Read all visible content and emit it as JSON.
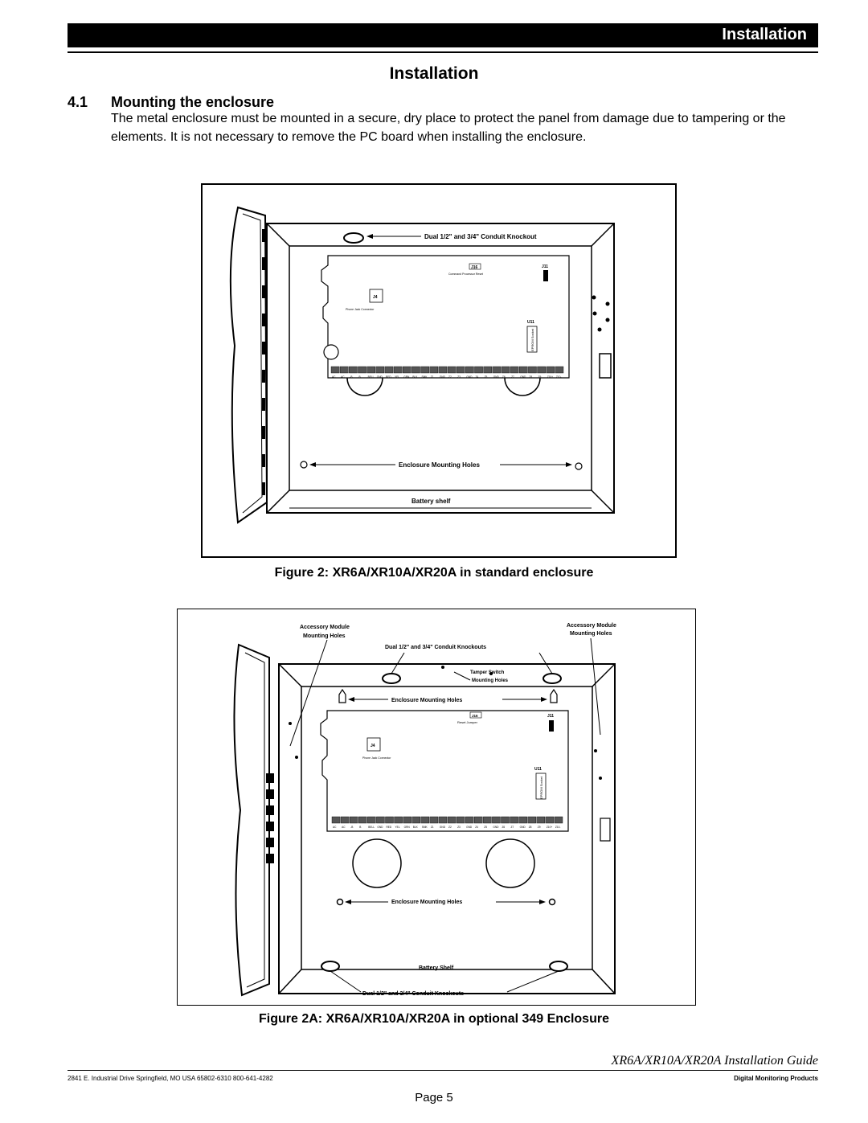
{
  "header": {
    "banner_title": "Installation"
  },
  "page_title": "Installation",
  "section": {
    "number": "4.1",
    "title": "Mounting the enclosure",
    "body": "The metal enclosure must be mounted in a secure, dry place to protect the panel from damage due to tampering or the elements. It is not necessary to remove the PC board when installing the enclosure."
  },
  "figure1": {
    "conduit_label": "Dual 1/2\" and 3/4\" Conduit Knockout",
    "j16": "J16",
    "reset_label": "Command Processor Reset",
    "j11": "J11",
    "j4": "J4",
    "phone_label": "Phone Jack Connector",
    "u11": "U11",
    "eprom_label": "EPROM Socket",
    "mounting_label": "Enclosure Mounting Holes",
    "battery_label": "Battery shelf",
    "caption": "Figure 2: XR6A/XR10A/XR20A in standard enclosure"
  },
  "figure2": {
    "acc_left": "Accessory Module",
    "acc_left_2": "Mounting Holes",
    "acc_right": "Accessory Module",
    "acc_right_2": "Mounting Holes",
    "conduit_top": "Dual 1/2\" and 3/4\" Conduit Knockouts",
    "tamper": "Tamper Switch",
    "tamper_2": "Mounting Holes",
    "mounting_top": "Enclosure Mounting Holes",
    "j16": "J16",
    "reset_label": "Reset Jumper",
    "j11": "J11",
    "j4": "J4",
    "phone_label": "Phone Jack Connector",
    "u11": "U11",
    "eprom_label": "EPROM Socket",
    "mounting_bottom": "Enclosure Mounting Holes",
    "battery_label": "Battery Shelf",
    "conduit_bottom": "Dual 1/2\" and 3/4\" Conduit Knockouts",
    "caption": "Figure 2A: XR6A/XR10A/XR20A in optional 349 Enclosure"
  },
  "terminals": [
    "AC",
    "AC",
    "-B",
    "B",
    "BELL",
    "GND",
    "RED",
    "YEL",
    "GRN",
    "BLK",
    "SMK",
    "Z1",
    "GND",
    "Z2",
    "Z3",
    "GND",
    "Z4",
    "Z5",
    "GND",
    "Z6",
    "Z7",
    "GND",
    "Z8",
    "Z9",
    "Z10+",
    "Z10-"
  ],
  "footer": {
    "guide_title": "XR6A/XR10A/XR20A Installation Guide",
    "address": "2841 E. Industrial Drive  Springfield, MO  USA  65802-6310  800-641-4282",
    "company": "Digital Monitoring Products",
    "page": "Page 5"
  }
}
